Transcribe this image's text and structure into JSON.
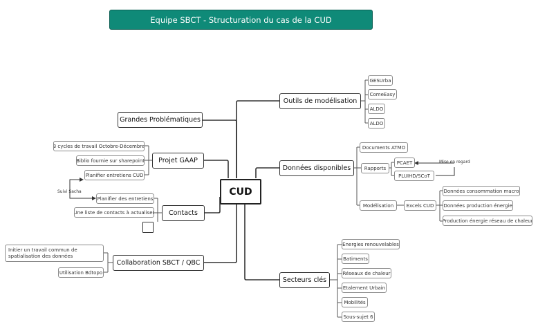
{
  "title": "Equipe SBCT - Structuration du cas de la CUD",
  "center": "CUD",
  "branches": {
    "outils": {
      "label": "Outils de modélisation",
      "children": [
        "GESUrba",
        "ComeEasy",
        "ALDO",
        "ALDO"
      ]
    },
    "donnees": {
      "label": "Données disponibles",
      "documents": "Documents ATMO",
      "rapports": "Rapports",
      "pcaet": "PCAET",
      "pluihd": "PLUIHD/SCoT",
      "mise_en_regard": "Mise en regard",
      "modelisation": "Modélisation",
      "excels": "Excels CUD",
      "excel_children": [
        "Données consommation macro",
        "Données production énergie",
        "Production énergie réseau de chaleur"
      ]
    },
    "secteurs": {
      "label": "Secteurs clés",
      "children": [
        "Energies renouvelables",
        "Batiments",
        "Réseaux de chaleur",
        "Etalement Urbain",
        "Mobilités",
        "Sous-sujet 6"
      ]
    },
    "problematiques": {
      "label": "Grandes Problématiques"
    },
    "gaap": {
      "label": "Projet GAAP",
      "children": [
        "3 cycles de travail Octobre-Décembre",
        "Biblio fournie sur sharepoint",
        "Planifier entretiens CUD"
      ]
    },
    "contacts": {
      "label": "Contacts",
      "children": [
        "Planifier des entretiens",
        "Une liste de contacts à actualiser"
      ],
      "suivi": "Suivi Sacha"
    },
    "collab": {
      "label": "Collaboration SBCT / QBC",
      "children": [
        "Initier un travail commun de spatialisation des données",
        "Utilisation Bdtopo"
      ]
    }
  }
}
